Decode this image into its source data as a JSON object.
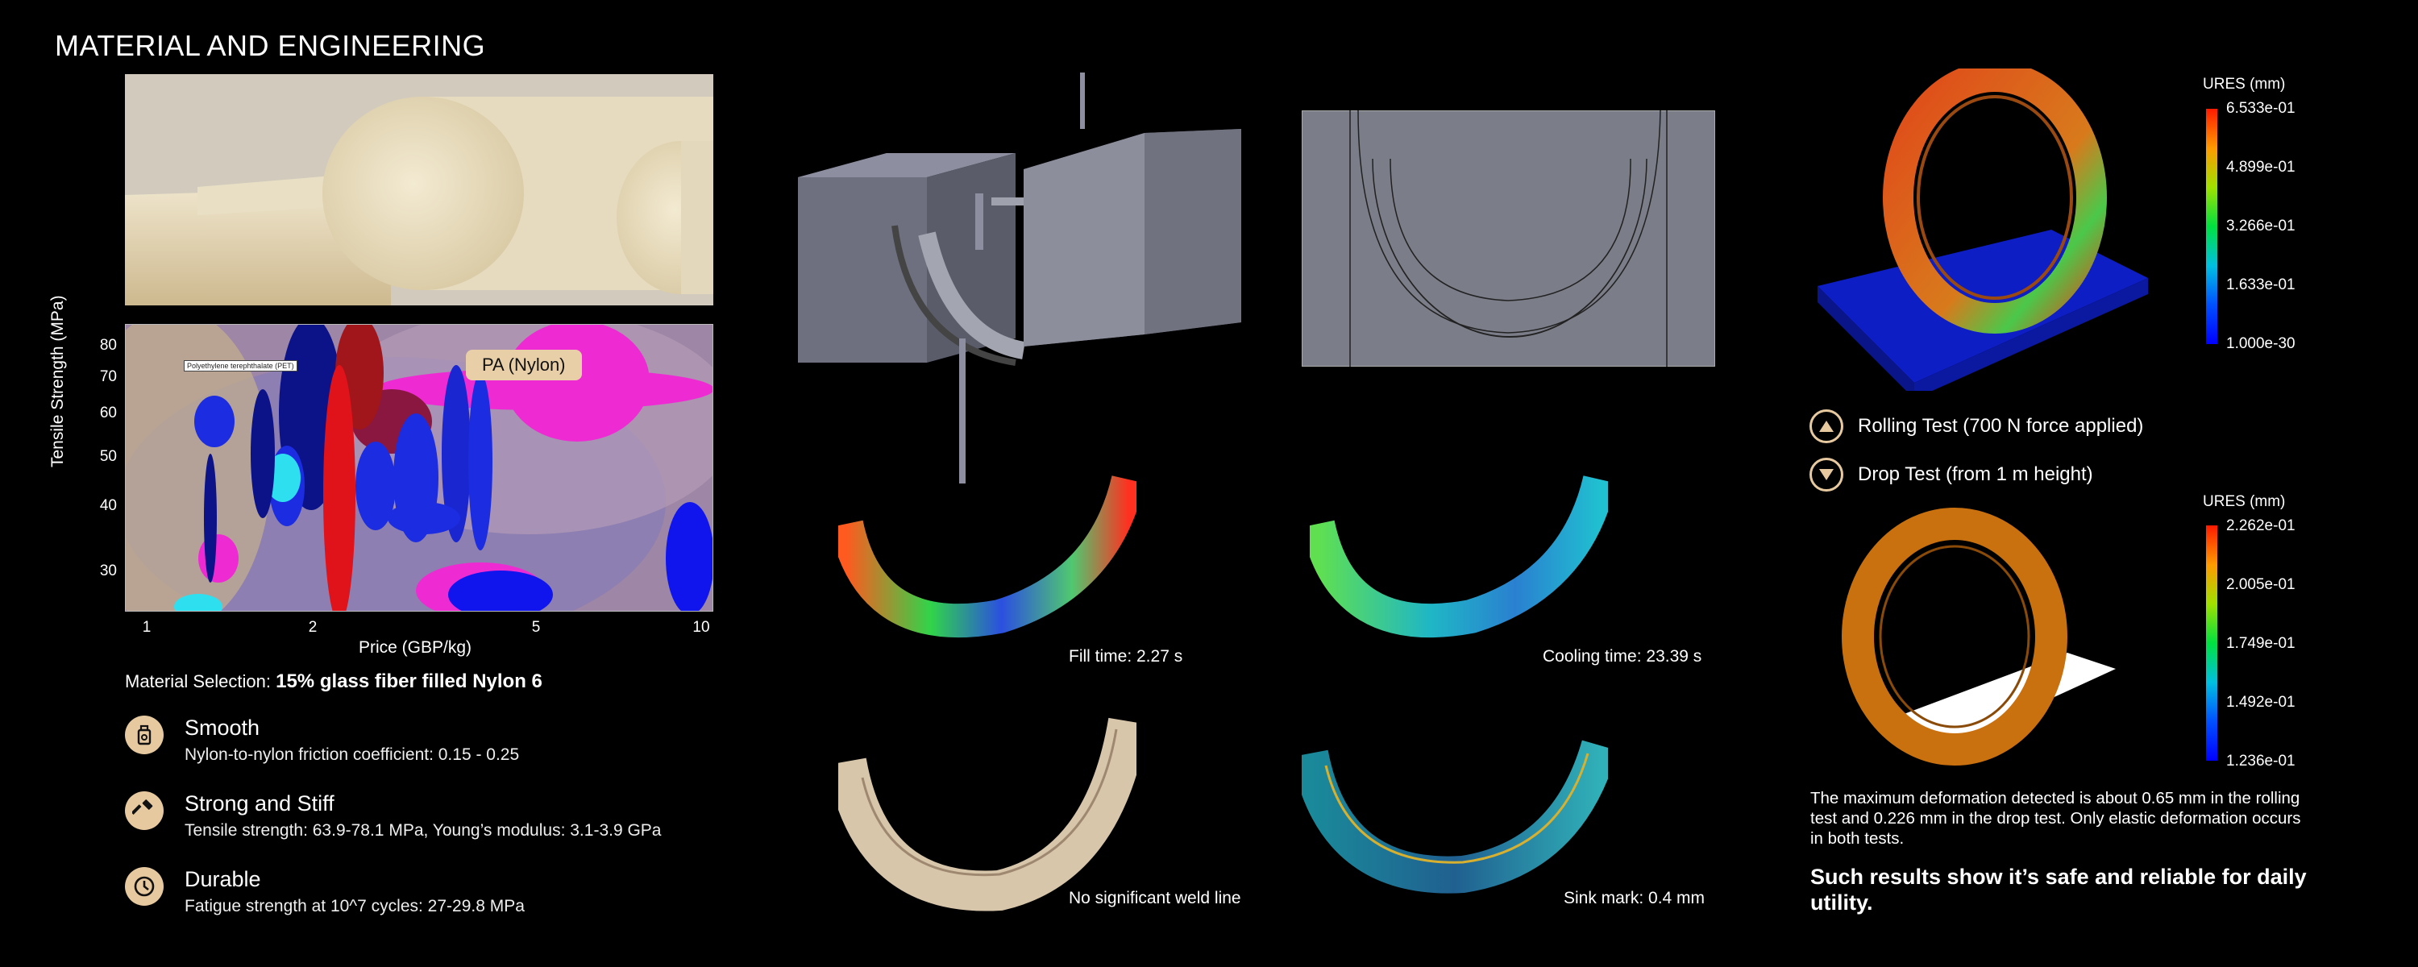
{
  "page_title": "MATERIAL AND ENGINEERING",
  "ashby": {
    "ylabel": "Tensile Strength (MPa)",
    "xlabel": "Price (GBP/kg)",
    "yticks": [
      "80",
      "70",
      "60",
      "50",
      "40",
      "30"
    ],
    "xticks": [
      "1",
      "2",
      "5",
      "10"
    ],
    "callout_small": "Polyethylene terephthalate (PET)",
    "callout_main": "PA (Nylon)"
  },
  "material_selection": {
    "label": "Material Selection:",
    "value": "15% glass fiber filled Nylon 6"
  },
  "features": [
    {
      "icon": "slip-bottle-icon",
      "title": "Smooth",
      "desc": "Nylon-to-nylon friction coefficient: 0.15 - 0.25"
    },
    {
      "icon": "hammer-icon",
      "title": "Strong and Stiff",
      "desc": "Tensile strength: 63.9-78.1 MPa, Young’s modulus: 3.1-3.9 GPa"
    },
    {
      "icon": "clock-icon",
      "title": "Durable",
      "desc": "Fatigue strength at 10^7 cycles: 27-29.8 MPa"
    }
  ],
  "mold_captions": {
    "fill": "Fill time: 2.27 s",
    "cooling": "Cooling time: 23.39 s",
    "weld": "No significant weld line",
    "sink": "Sink mark: 0.4 mm"
  },
  "fea": {
    "legend1_title": "URES (mm)",
    "legend1_ticks": [
      "6.533e-01",
      "4.899e-01",
      "3.266e-01",
      "1.633e-01",
      "1.000e-30"
    ],
    "legend2_title": "URES (mm)",
    "legend2_ticks": [
      "2.262e-01",
      "2.005e-01",
      "1.749e-01",
      "1.492e-01",
      "1.236e-01"
    ],
    "rolling_test": "Rolling Test (700 N force applied)",
    "drop_test": "Drop Test (from 1 m height)",
    "summary": "The maximum deformation detected is about 0.65 mm in the rolling test and 0.226 mm in the drop test. Only elastic deformation occurs in both tests.",
    "conclusion": "Such results show it’s safe and reliable for daily utility."
  },
  "colors": {
    "accent": "#e7c9a0",
    "background": "#000000"
  }
}
